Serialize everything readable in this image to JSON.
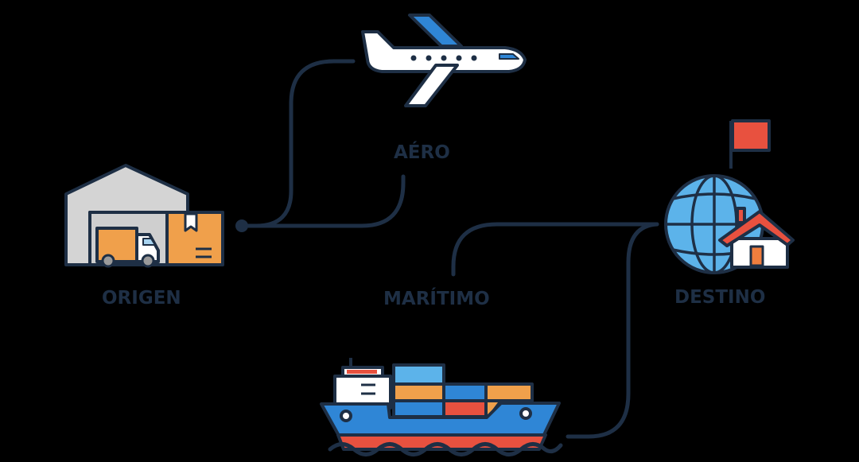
{
  "diagram": {
    "type": "shipping-routes-flow",
    "background": "#000000",
    "colors": {
      "outline": "#1e2f45",
      "line": "#1e2f45",
      "orange": "#f0a04b",
      "blue": "#2f86d6",
      "light_blue": "#5cb3ea",
      "red": "#e8513f",
      "gray": "#d4d4d4",
      "white": "#ffffff"
    },
    "nodes": [
      {
        "id": "origin",
        "label": "ORIGEN",
        "icon": "warehouse-truck-box-icon"
      },
      {
        "id": "air",
        "label": "AÉRO",
        "icon": "airplane-icon"
      },
      {
        "id": "sea",
        "label": "MARÍTIMO",
        "icon": "cargo-ship-icon"
      },
      {
        "id": "destination",
        "label": "DESTINO",
        "icon": "globe-house-flag-icon"
      }
    ],
    "edges": [
      {
        "from": "origin",
        "to": "air",
        "style": "curved-line"
      },
      {
        "from": "origin",
        "to": "air-label",
        "style": "curved-line"
      },
      {
        "from": "sea-label",
        "to": "destination",
        "style": "curved-line"
      },
      {
        "from": "sea",
        "to": "destination",
        "style": "curved-line"
      }
    ]
  }
}
